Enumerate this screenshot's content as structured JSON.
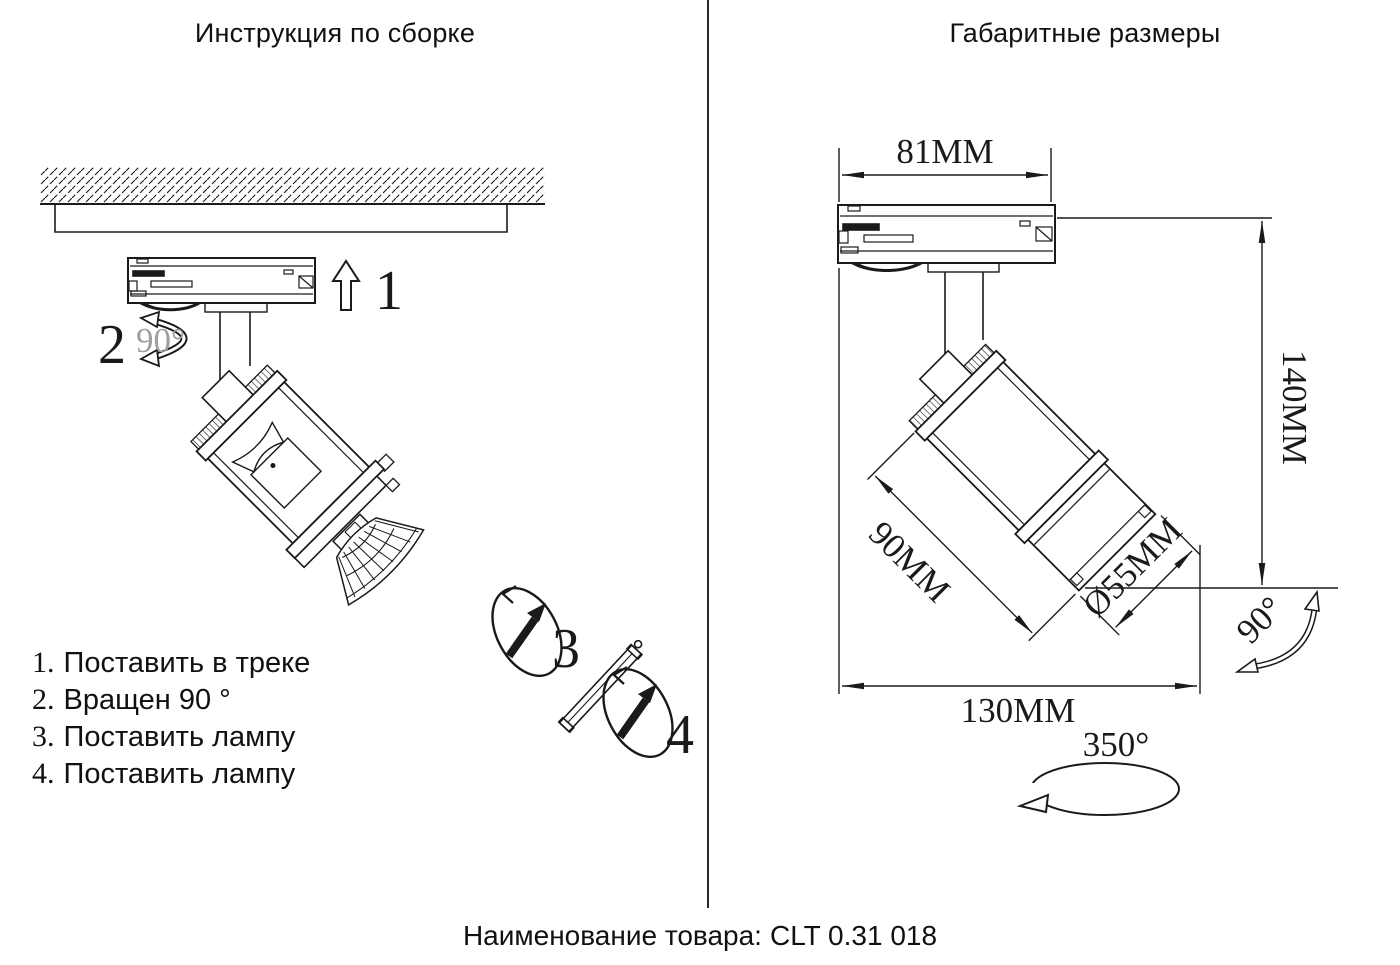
{
  "left_panel": {
    "title": "Инструкция по сборке",
    "callouts": {
      "step1": "1",
      "step2": "2",
      "step3": "3",
      "step4": "4",
      "rotate_note": "90°"
    },
    "steps": [
      {
        "num": "1.",
        "text": "Поставить в треке"
      },
      {
        "num": "2.",
        "text": "Вращен 90 °"
      },
      {
        "num": "3.",
        "text": "Поставить лампу"
      },
      {
        "num": "4.",
        "text": "Поставить лампу"
      }
    ]
  },
  "right_panel": {
    "title": "Габаритные размеры",
    "dimensions": {
      "track_width": "81MM",
      "height": "140MM",
      "body_length": "90MM",
      "diameter": "Ø55MM",
      "total_width": "130MM",
      "tilt_angle": "90°",
      "rotation_angle": "350°"
    }
  },
  "footer": {
    "label": "Наименование товара:",
    "value": "CLT 0.31 018"
  },
  "colors": {
    "ink": "#1a1a1a",
    "muted": "#9f9f9f",
    "background": "#ffffff"
  }
}
